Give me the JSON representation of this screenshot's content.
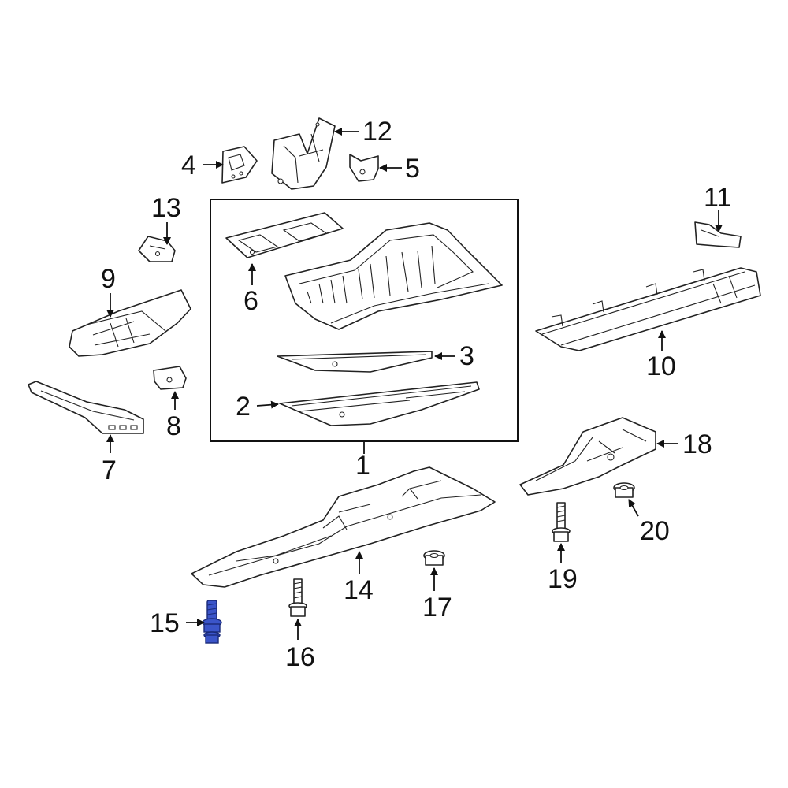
{
  "callouts": {
    "c1": "1",
    "c2": "2",
    "c3": "3",
    "c4": "4",
    "c5": "5",
    "c6": "6",
    "c7": "7",
    "c8": "8",
    "c9": "9",
    "c10": "10",
    "c11": "11",
    "c12": "12",
    "c13": "13",
    "c14": "14",
    "c15": "15",
    "c16": "16",
    "c17": "17",
    "c18": "18",
    "c19": "19",
    "c20": "20"
  },
  "highlighted_part": "15",
  "colors": {
    "highlight": "#3b55c9",
    "line": "#222222",
    "background": "#ffffff"
  }
}
